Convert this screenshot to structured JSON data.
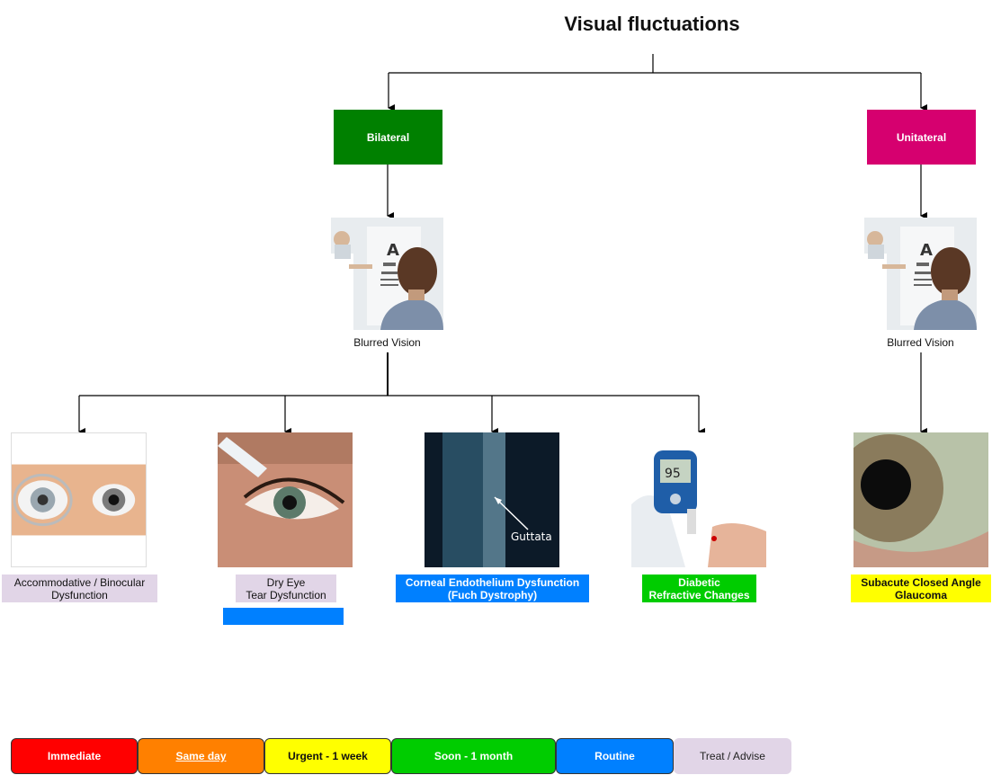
{
  "title": "Visual fluctuations",
  "categories": {
    "bilateral": "Bilateral",
    "unilateral": "Unitateral"
  },
  "symptoms": {
    "left": "Blurred Vision",
    "right": "Blurred Vision"
  },
  "conditions": [
    {
      "line1": "Accommodative / Binocular",
      "line2": "Dysfunction",
      "urgency": "Treat / Advise"
    },
    {
      "line1": "Dry Eye",
      "line2": "Tear Dysfunction",
      "urgency": "Treat / Advise"
    },
    {
      "line1": "Corneal Endothelium Dysfunction",
      "line2": "(Fuch Dystrophy)",
      "urgency": "Routine"
    },
    {
      "line1": "Diabetic",
      "line2": "Refractive Changes",
      "urgency": "Soon - 1 month"
    },
    {
      "line1": "Subacute Closed Angle",
      "line2": "Glaucoma",
      "urgency": "Urgent - 1 week"
    }
  ],
  "image_labels": {
    "eye_chart_letter": "A",
    "glucose_reading": "95",
    "guttata": "Guttata"
  },
  "legend": [
    {
      "label": "Immediate",
      "color": "#ff0000"
    },
    {
      "label": "Same day",
      "color": "#ff8000"
    },
    {
      "label": "Urgent - 1 week",
      "color": "#ffff00"
    },
    {
      "label": "Soon - 1 month",
      "color": "#00cc00"
    },
    {
      "label": "Routine",
      "color": "#0080ff"
    },
    {
      "label": "Treat / Advise",
      "color": "#e1d5e7"
    }
  ],
  "colors": {
    "bilateral": "#008000",
    "unilateral": "#d6006f"
  }
}
